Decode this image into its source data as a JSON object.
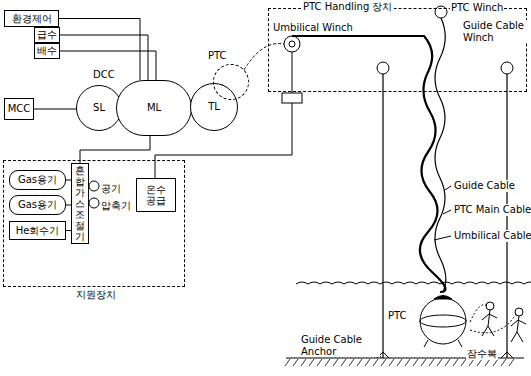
{
  "diagram": {
    "nodes": [
      {
        "text": [
          "PTC Handling 장치"
        ]
      },
      {
        "text": [
          "환경제어"
        ]
      },
      {
        "text": [
          "급수"
        ]
      },
      {
        "text": [
          "배수"
        ]
      },
      {
        "text": [
          "MCC"
        ]
      },
      {
        "text": [
          "SL"
        ]
      },
      {
        "text": [
          "ML"
        ]
      },
      {
        "text": [
          "TL"
        ]
      },
      {
        "text": [
          "PTC"
        ]
      },
      {
        "text": [
          "지원장치"
        ]
      },
      {
        "text": [
          "Gas용기"
        ],
        "in": 9
      },
      {
        "text": [
          "Gas용기"
        ],
        "in": 9
      },
      {
        "text": [
          "He회수기"
        ],
        "in": 9
      },
      {
        "text": [
          "혼합가스조절기"
        ],
        "in": 9
      },
      {
        "text": [
          "온수 공급"
        ],
        "in": 9
      },
      {
        "text": [
          "PTC"
        ]
      }
    ],
    "edges": [
      {
        "from": 1,
        "to": 6,
        "arrow": "none"
      },
      {
        "from": 2,
        "to": 6,
        "arrow": "none"
      },
      {
        "from": 3,
        "to": 6,
        "arrow": "none"
      },
      {
        "from": 4,
        "to": 5,
        "arrow": "none"
      },
      {
        "from": 13,
        "to": 6,
        "arrow": "none"
      },
      {
        "from": 10,
        "to": 13,
        "arrow": "none"
      },
      {
        "from": 11,
        "to": 13,
        "arrow": "none"
      },
      {
        "from": 12,
        "to": 13,
        "arrow": "none"
      }
    ],
    "labels": [
      "DCC",
      "PTC Winch",
      "Umbilical Winch",
      "Guide Cable Winch",
      "공기 압축기",
      "Guide Cable",
      "PTC Main Cable",
      "Umbilical Cable",
      "Guide Cable Anchor",
      "잠수복"
    ]
  }
}
